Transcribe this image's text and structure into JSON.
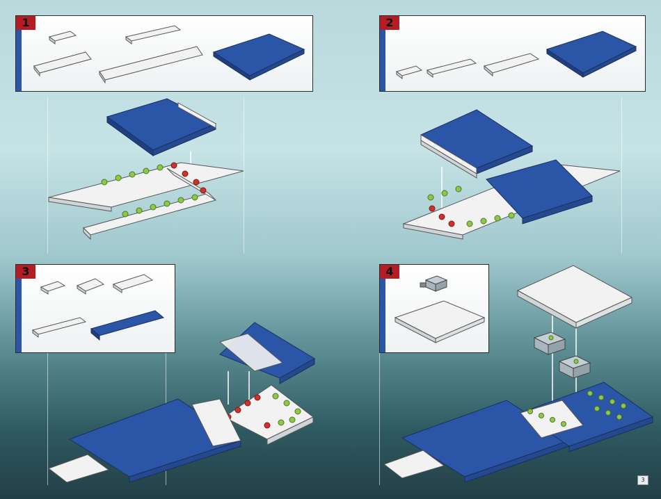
{
  "steps": [
    {
      "number": "1"
    },
    {
      "number": "2"
    },
    {
      "number": "3"
    },
    {
      "number": "4"
    }
  ],
  "page": {
    "number": "3"
  },
  "colors": {
    "brick_blue": "#2b56a8",
    "brick_white": "#f2f2f2",
    "brick_grey": "#a9b6bf",
    "highlight_green": "#8fc74a",
    "highlight_red": "#d0312d",
    "step_badge": "#b51d25"
  }
}
